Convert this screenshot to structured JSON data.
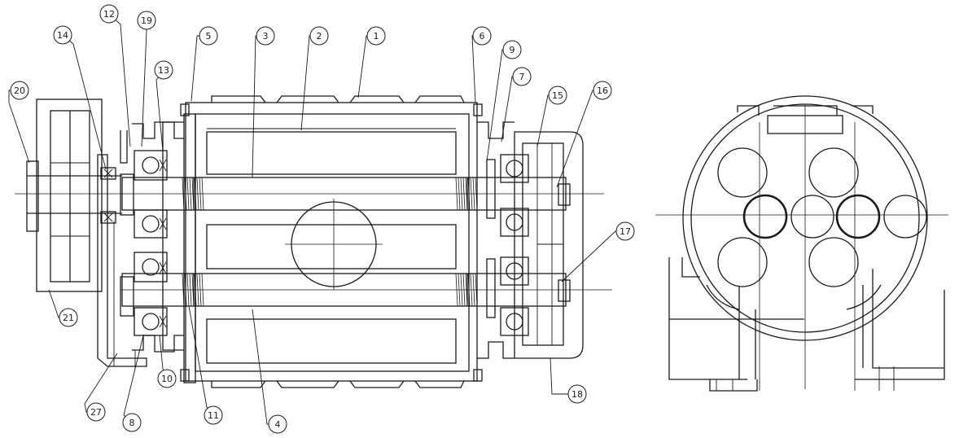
{
  "callouts": [
    {
      "id": "c12",
      "label": "12"
    },
    {
      "id": "c19",
      "label": "19"
    },
    {
      "id": "c14",
      "label": "14"
    },
    {
      "id": "c13",
      "label": "13"
    },
    {
      "id": "c5",
      "label": "5"
    },
    {
      "id": "c3",
      "label": "3"
    },
    {
      "id": "c2",
      "label": "2"
    },
    {
      "id": "c1",
      "label": "1"
    },
    {
      "id": "c6",
      "label": "6"
    },
    {
      "id": "c9",
      "label": "9"
    },
    {
      "id": "c7",
      "label": "7"
    },
    {
      "id": "c15",
      "label": "15"
    },
    {
      "id": "c16",
      "label": "16"
    },
    {
      "id": "c20",
      "label": "20"
    },
    {
      "id": "c17",
      "label": "17"
    },
    {
      "id": "c21",
      "label": "21"
    },
    {
      "id": "c18",
      "label": "18"
    },
    {
      "id": "c27",
      "label": "27"
    },
    {
      "id": "c10",
      "label": "10"
    },
    {
      "id": "c8",
      "label": "8"
    },
    {
      "id": "c11",
      "label": "11"
    },
    {
      "id": "c4",
      "label": "4"
    }
  ],
  "colors": {
    "ink": "#1a1a1a",
    "paper": "#ffffff"
  }
}
